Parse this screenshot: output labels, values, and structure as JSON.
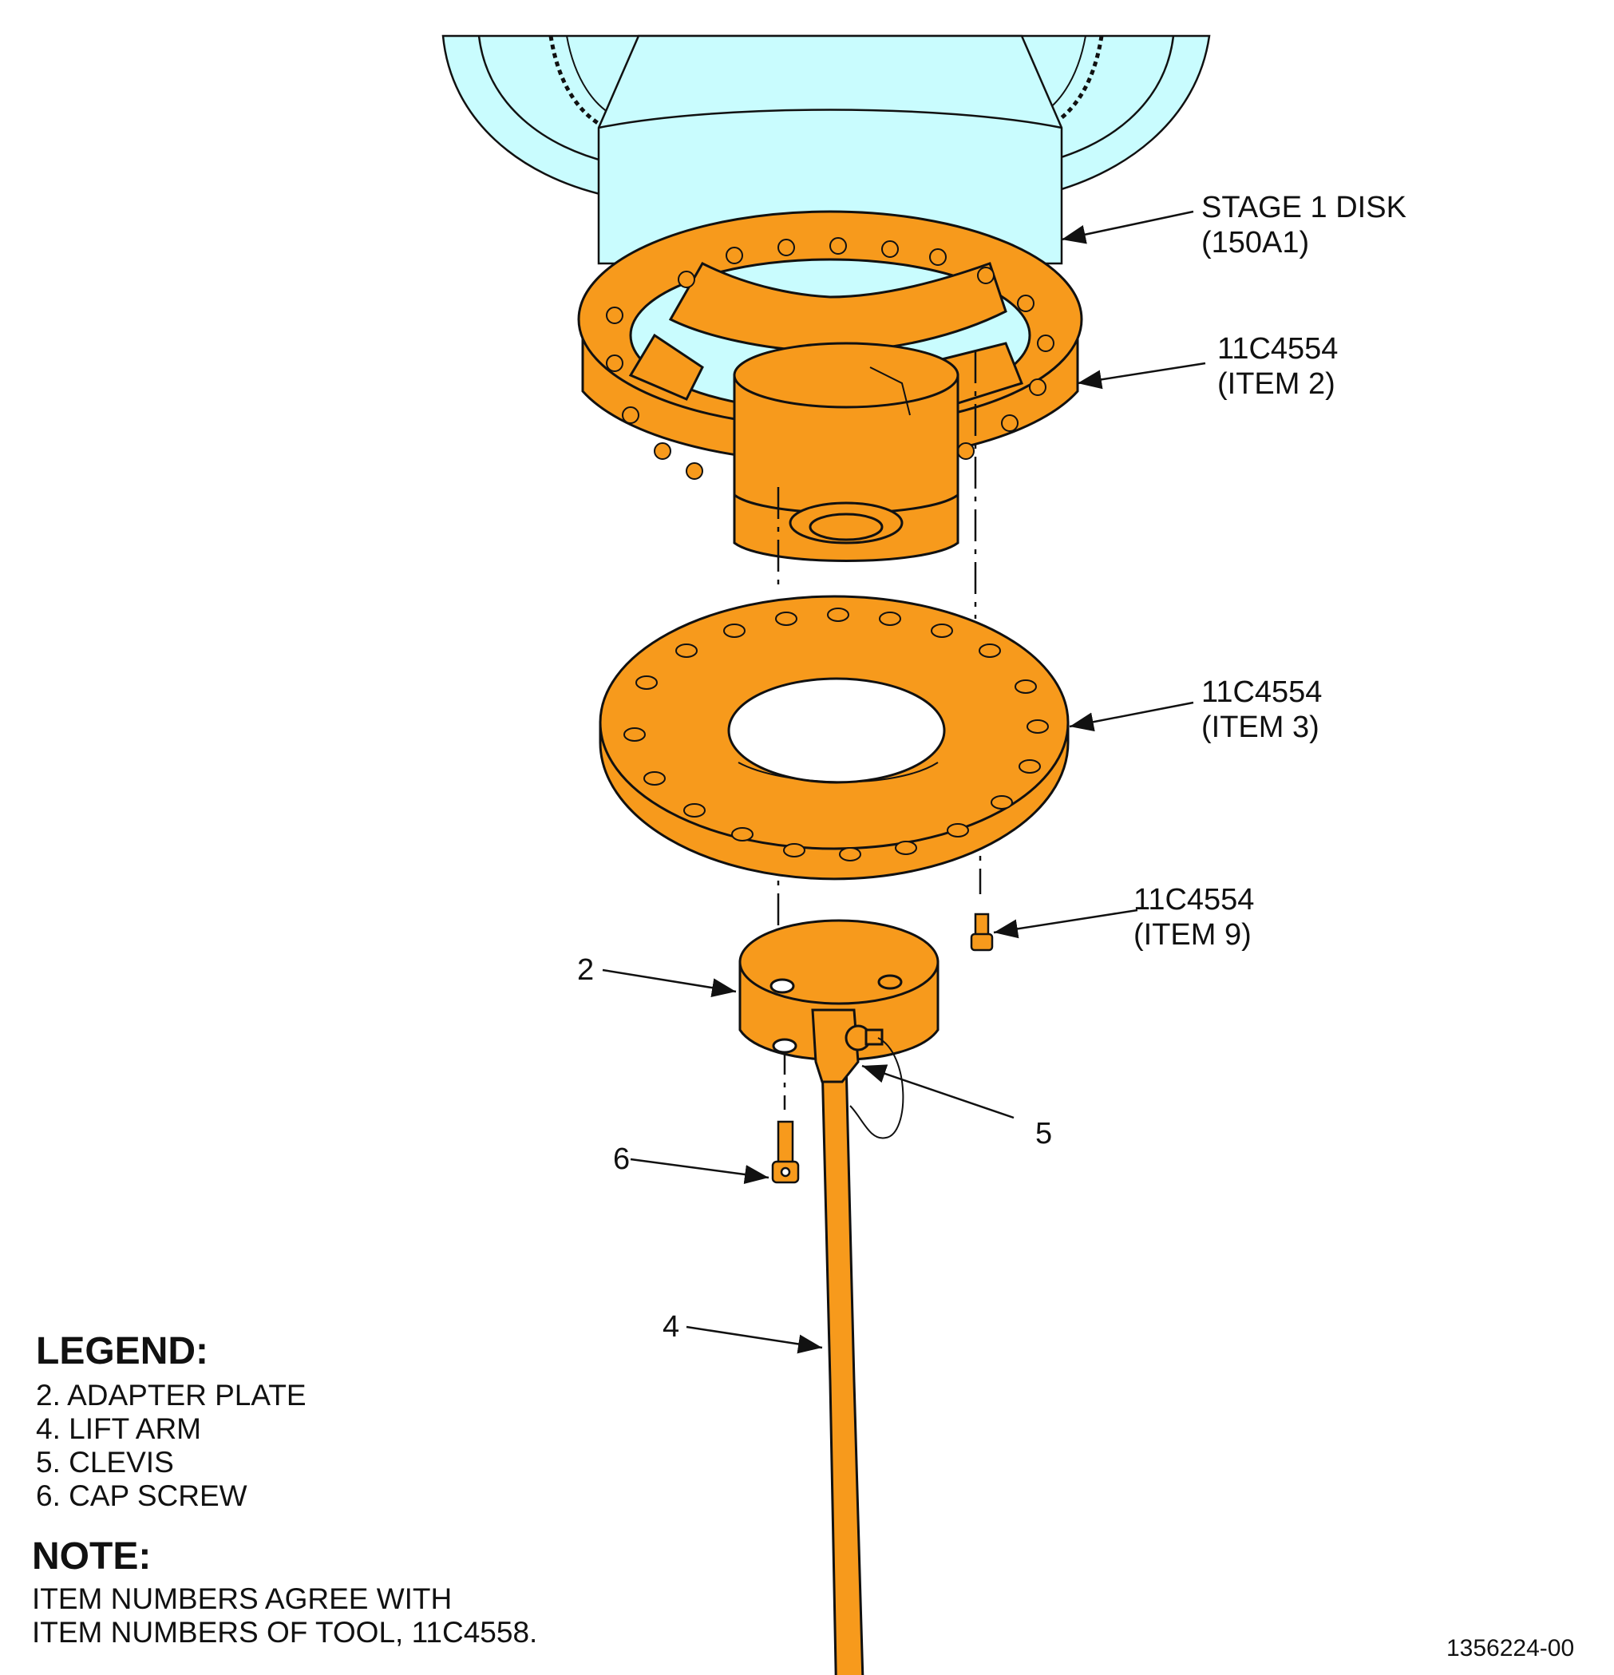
{
  "callouts": {
    "stage1": {
      "line1": "STAGE 1 DISK",
      "line2": "(150A1)"
    },
    "item2": {
      "line1": "11C4554",
      "line2": "(ITEM 2)"
    },
    "item3": {
      "line1": "11C4554",
      "line2": "(ITEM 3)"
    },
    "item9": {
      "line1": "11C4554",
      "line2": "(ITEM 9)"
    }
  },
  "item_numbers": {
    "adapter_plate": "2",
    "clevis": "5",
    "cap_screw": "6",
    "lift_arm": "4"
  },
  "legend": {
    "title": "LEGEND:",
    "items": [
      "2. ADAPTER PLATE",
      "4. LIFT ARM",
      "5. CLEVIS",
      "6. CAP SCREW"
    ]
  },
  "note": {
    "title": "NOTE:",
    "lines": [
      "ITEM NUMBERS AGREE WITH",
      "ITEM NUMBERS OF TOOL, 11C4558."
    ]
  },
  "drawing_id": "1356224-00",
  "colors": {
    "part": "#F79A1C",
    "stage_disk": "#C9FCFE",
    "outline": "#111111",
    "background": "#FFFFFF"
  }
}
